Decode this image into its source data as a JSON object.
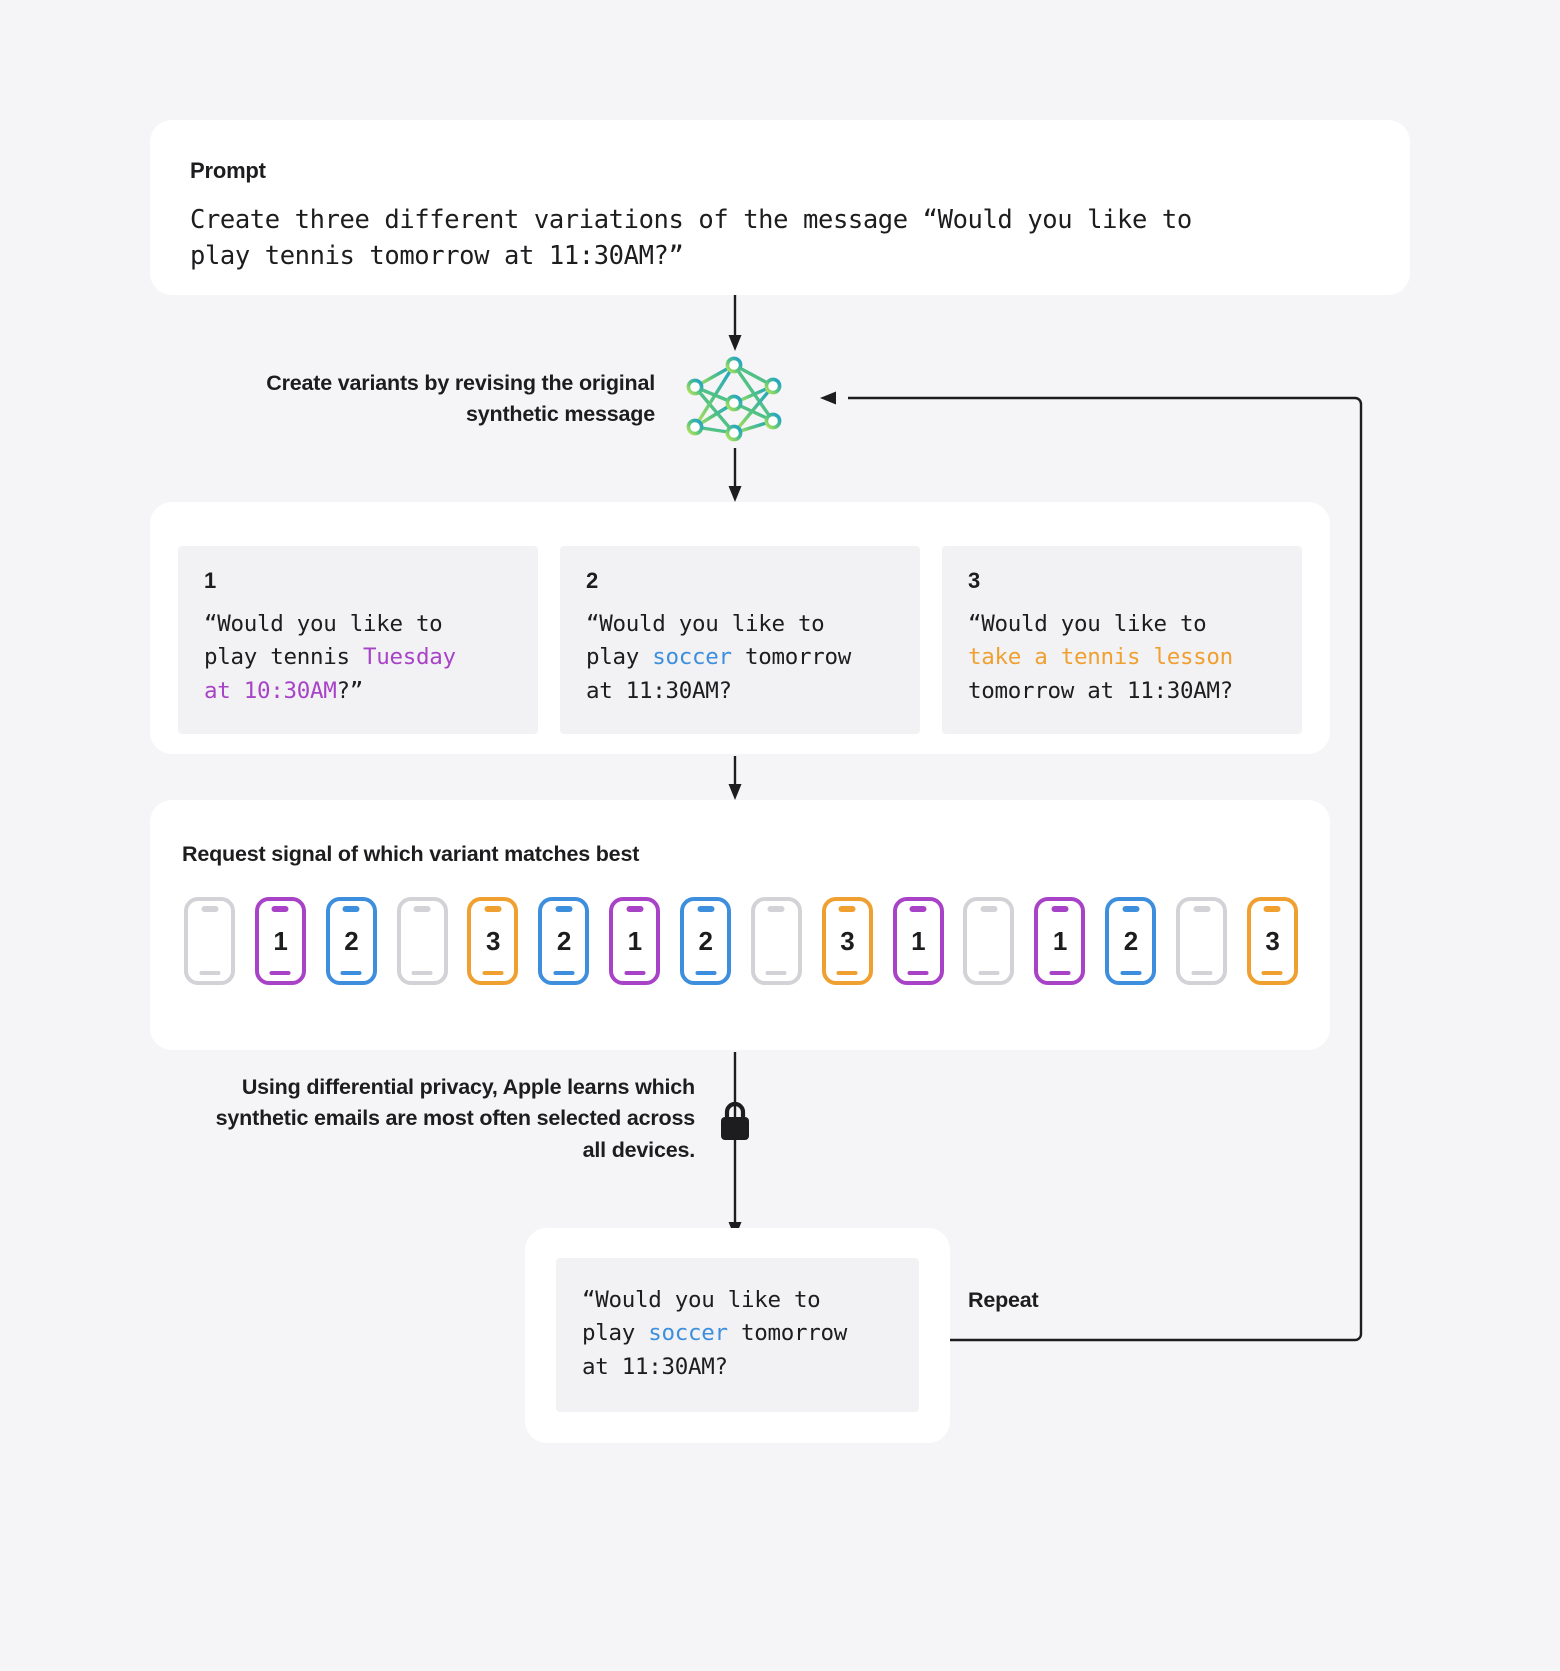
{
  "prompt": {
    "label": "Prompt",
    "text": "Create three different variations of the message “Would you like to\nplay tennis tomorrow at 11:30AM?”"
  },
  "model_step": {
    "caption": "Create variants by revising the\noriginal synthetic message",
    "icon": "neural-network-icon"
  },
  "variants": {
    "items": [
      {
        "num": "1",
        "parts": [
          {
            "text": "“Would you like to\nplay tennis ",
            "color": "default"
          },
          {
            "text": "Tuesday\nat 10:30AM",
            "color": "purple"
          },
          {
            "text": "?”",
            "color": "default"
          }
        ]
      },
      {
        "num": "2",
        "parts": [
          {
            "text": "“Would you like to\nplay ",
            "color": "default"
          },
          {
            "text": "soccer",
            "color": "blue"
          },
          {
            "text": " tomorrow\nat 11:30AM?",
            "color": "default"
          }
        ]
      },
      {
        "num": "3",
        "parts": [
          {
            "text": "“Would you like to\n",
            "color": "default"
          },
          {
            "text": "take a tennis lesson",
            "color": "orange"
          },
          {
            "text": "\ntomorrow at 11:30AM?",
            "color": "default"
          }
        ]
      }
    ]
  },
  "signal": {
    "title": "Request signal of which variant matches best",
    "phones": [
      {
        "label": "",
        "color": "gray"
      },
      {
        "label": "1",
        "color": "purple"
      },
      {
        "label": "2",
        "color": "blue"
      },
      {
        "label": "",
        "color": "gray"
      },
      {
        "label": "3",
        "color": "orange"
      },
      {
        "label": "2",
        "color": "blue"
      },
      {
        "label": "1",
        "color": "purple"
      },
      {
        "label": "2",
        "color": "blue"
      },
      {
        "label": "",
        "color": "gray"
      },
      {
        "label": "3",
        "color": "orange"
      },
      {
        "label": "1",
        "color": "purple"
      },
      {
        "label": "",
        "color": "gray"
      },
      {
        "label": "1",
        "color": "purple"
      },
      {
        "label": "2",
        "color": "blue"
      },
      {
        "label": "",
        "color": "gray"
      },
      {
        "label": "3",
        "color": "orange"
      }
    ]
  },
  "privacy_step": {
    "caption": "Using differential privacy, Apple learns\nwhich synthetic emails are most often\nselected across all devices.",
    "icon": "lock-icon"
  },
  "final": {
    "parts": [
      {
        "text": "“Would you like to\nplay ",
        "color": "default"
      },
      {
        "text": "soccer",
        "color": "blue"
      },
      {
        "text": " tomorrow\nat 11:30AM?",
        "color": "default"
      }
    ]
  },
  "repeat": {
    "label": "Repeat"
  },
  "colors": {
    "background": "#f5f5f7",
    "card": "#ffffff",
    "inner_panel": "#f2f2f4",
    "text": "#1d1d1f",
    "purple": "#a843c8",
    "blue": "#3d8fdd",
    "orange": "#f0a030",
    "gray_device": "#d2d2d7",
    "nn_gradient_start": "#a8e063",
    "nn_gradient_end": "#1a9fd4"
  }
}
